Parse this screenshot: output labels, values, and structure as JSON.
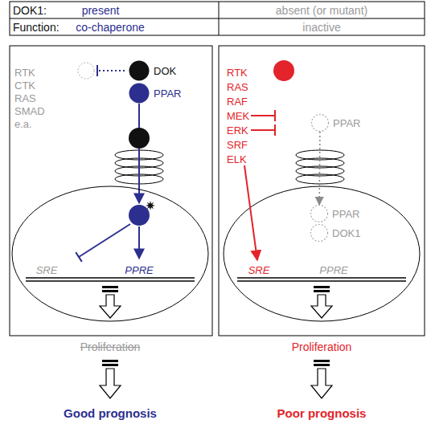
{
  "diagram": {
    "nodes": [
      {
        "text": [
          "DOK"
        ]
      },
      {
        "text": [
          "PPAR"
        ]
      },
      {
        "text": [
          "PPAR"
        ]
      },
      {
        "text": [
          "PPAR"
        ]
      },
      {
        "text": [
          "DOK1"
        ]
      }
    ],
    "edges": [
      {
        "from": 2,
        "to": 3,
        "arrow": "to"
      }
    ],
    "labels": [
      "DOK1:",
      "present",
      "absent (or mutant)",
      "Function:",
      "co-chaperone",
      "inactive",
      "RTK",
      "CTK",
      "RAS",
      "SMAD",
      "e.a.",
      "SRE",
      "PPRE",
      "Proliferation",
      "Good prognosis",
      "RTK",
      "RAS",
      "RAF",
      "MEK",
      "ERK",
      "SRF",
      "ELK",
      "SRE",
      "PPRE",
      "Proliferation",
      "Poor prognosis"
    ]
  }
}
